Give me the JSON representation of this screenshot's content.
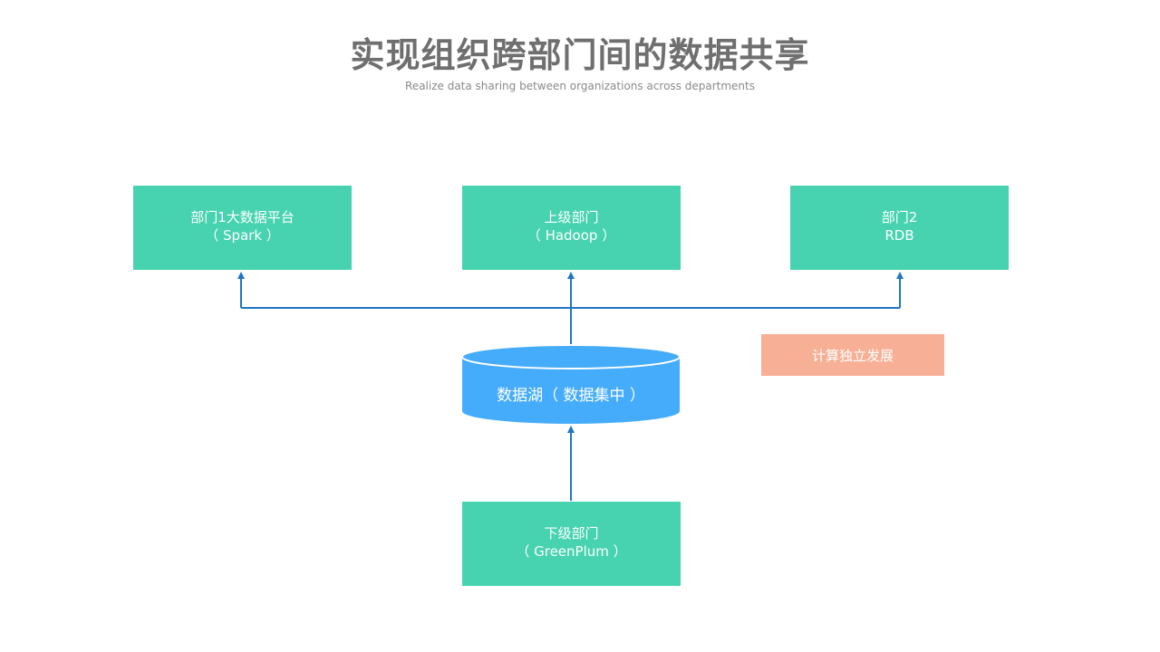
{
  "title": "实现组织跨部门间的数据共享",
  "subtitle": "Realize data sharing between organizations across departments",
  "nodes": {
    "dept1": {
      "line1": "部门1大数据平台",
      "line2": "（ Spark ）"
    },
    "upper": {
      "line1": "上级部门",
      "line2": "（ Hadoop ）"
    },
    "dept2": {
      "line1": "部门2",
      "line2": "RDB"
    },
    "lower": {
      "line1": "下级部门",
      "line2": "（ GreenPlum ）"
    },
    "lake": {
      "label": "数据湖（ 数据集中 ）"
    },
    "compute": {
      "label": "计算独立发展"
    }
  },
  "colors": {
    "box": "#47d3b0",
    "lake": "#45acfb",
    "compute": "#f7b096",
    "connector": "#1f75c4",
    "title": "#6f6f6f"
  }
}
